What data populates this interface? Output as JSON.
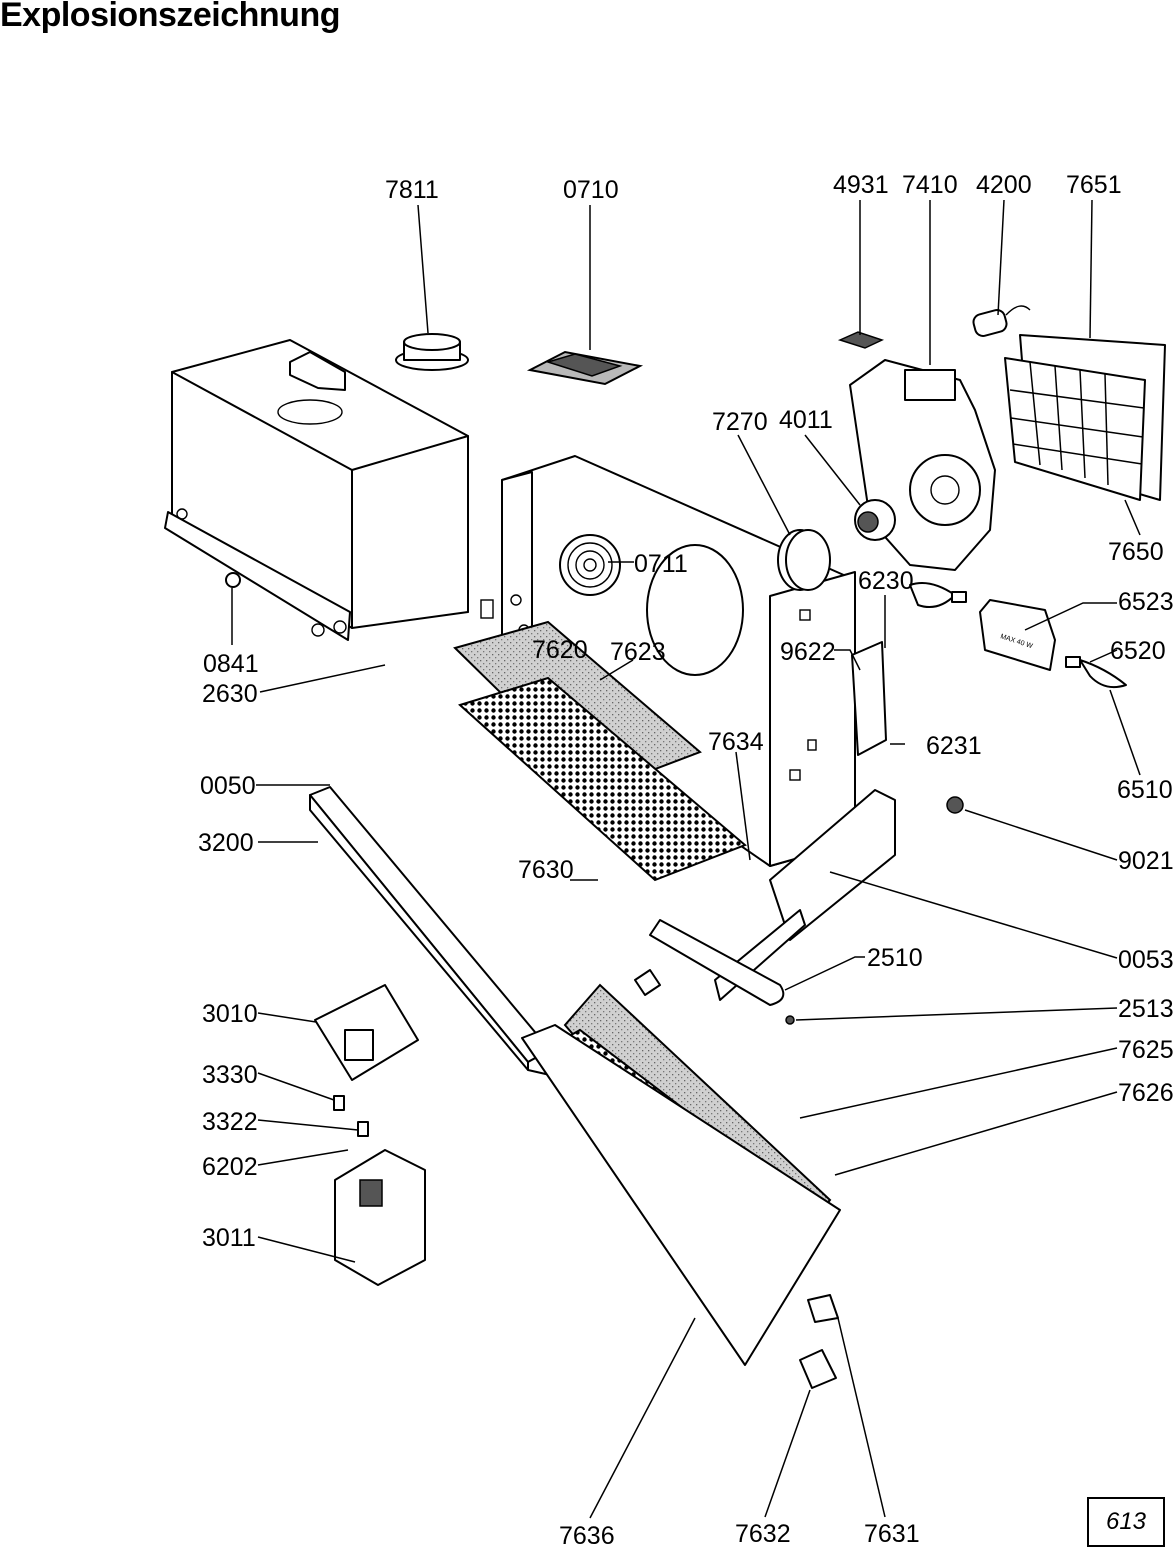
{
  "title": "Explosionszeichnung",
  "page_number": "613",
  "labels": [
    {
      "id": "7811",
      "text": "7811"
    },
    {
      "id": "0710",
      "text": "0710"
    },
    {
      "id": "4931",
      "text": "4931"
    },
    {
      "id": "7410",
      "text": "7410"
    },
    {
      "id": "4200",
      "text": "4200"
    },
    {
      "id": "7651",
      "text": "7651"
    },
    {
      "id": "7270",
      "text": "7270"
    },
    {
      "id": "4011",
      "text": "4011"
    },
    {
      "id": "0711",
      "text": "0711"
    },
    {
      "id": "7650",
      "text": "7650"
    },
    {
      "id": "6230",
      "text": "6230"
    },
    {
      "id": "6523",
      "text": "6523"
    },
    {
      "id": "6520",
      "text": "6520"
    },
    {
      "id": "0841",
      "text": "0841"
    },
    {
      "id": "7620",
      "text": "7620"
    },
    {
      "id": "7623",
      "text": "7623"
    },
    {
      "id": "9622",
      "text": "9622"
    },
    {
      "id": "2630",
      "text": "2630"
    },
    {
      "id": "7634",
      "text": "7634"
    },
    {
      "id": "6231",
      "text": "6231"
    },
    {
      "id": "0050",
      "text": "0050"
    },
    {
      "id": "6510",
      "text": "6510"
    },
    {
      "id": "3200",
      "text": "3200"
    },
    {
      "id": "9021",
      "text": "9021"
    },
    {
      "id": "7630",
      "text": "7630"
    },
    {
      "id": "0053",
      "text": "0053"
    },
    {
      "id": "2510",
      "text": "2510"
    },
    {
      "id": "3010",
      "text": "3010"
    },
    {
      "id": "2513",
      "text": "2513"
    },
    {
      "id": "7625",
      "text": "7625"
    },
    {
      "id": "3330",
      "text": "3330"
    },
    {
      "id": "7626",
      "text": "7626"
    },
    {
      "id": "3322",
      "text": "3322"
    },
    {
      "id": "6202",
      "text": "6202"
    },
    {
      "id": "3011",
      "text": "3011"
    },
    {
      "id": "7636",
      "text": "7636"
    },
    {
      "id": "7632",
      "text": "7632"
    },
    {
      "id": "7631",
      "text": "7631"
    }
  ],
  "lamp_marking": "MAX 40 W"
}
